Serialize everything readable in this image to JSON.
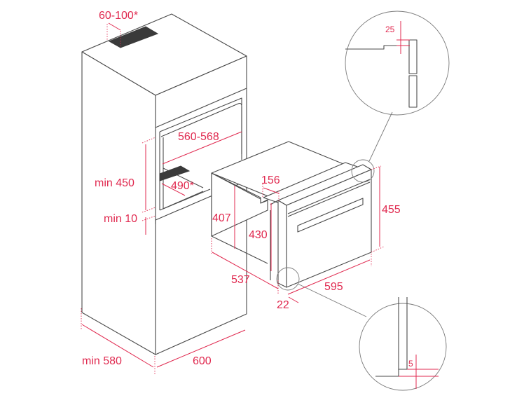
{
  "diagram": {
    "type": "built-in oven installation dimensions",
    "units": "mm",
    "colors": {
      "line": "#4a4a4a",
      "dimension": "#e0294f",
      "vent": "#3a3a3a",
      "background": "#ffffff"
    },
    "dimensions": {
      "top_vent": "60-100*",
      "niche_width": "560-568",
      "niche_height": "min 450",
      "bottom_gap": "min 10",
      "bottom_vent_depth": "490*",
      "cabinet_depth": "min 580",
      "cabinet_width": "600",
      "oven_body_height": "407",
      "oven_step_depth": "156",
      "oven_front_inner_height": "430",
      "oven_front_height": "455",
      "oven_depth": "537",
      "oven_width": "595",
      "front_thickness": "22"
    },
    "details": {
      "top_detail_label": "25",
      "bottom_detail_label": "5"
    }
  }
}
